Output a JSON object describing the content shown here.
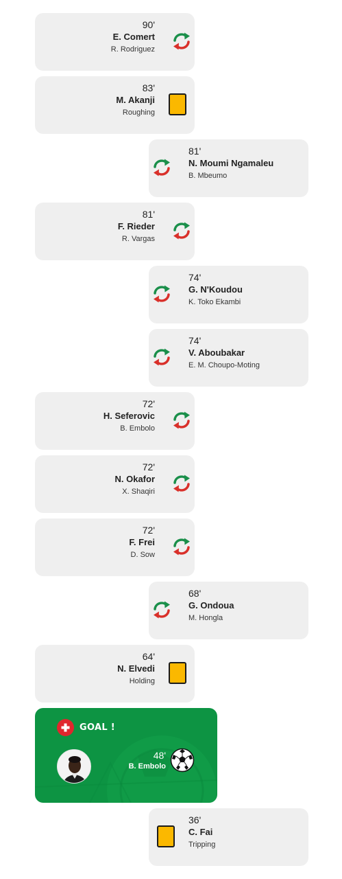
{
  "events": [
    {
      "side": "left",
      "type": "substitution",
      "minute": "90'",
      "player": "E. Comert",
      "detail": "R. Rodriguez"
    },
    {
      "side": "left",
      "type": "yellow-card",
      "minute": "83'",
      "player": "M. Akanji",
      "detail": "Roughing"
    },
    {
      "side": "right",
      "type": "substitution",
      "minute": "81'",
      "player": "N. Moumi Ngamaleu",
      "detail": "B. Mbeumo"
    },
    {
      "side": "left",
      "type": "substitution",
      "minute": "81'",
      "player": "F. Rieder",
      "detail": "R. Vargas"
    },
    {
      "side": "right",
      "type": "substitution",
      "minute": "74'",
      "player": "G. N'Koudou",
      "detail": "K. Toko Ekambi"
    },
    {
      "side": "right",
      "type": "substitution",
      "minute": "74'",
      "player": "V. Aboubakar",
      "detail": "E. M. Choupo-Moting"
    },
    {
      "side": "left",
      "type": "substitution",
      "minute": "72'",
      "player": "H. Seferovic",
      "detail": "B. Embolo"
    },
    {
      "side": "left",
      "type": "substitution",
      "minute": "72'",
      "player": "N. Okafor",
      "detail": "X. Shaqiri"
    },
    {
      "side": "left",
      "type": "substitution",
      "minute": "72'",
      "player": "F. Frei",
      "detail": "D. Sow"
    },
    {
      "side": "right",
      "type": "substitution",
      "minute": "68'",
      "player": "G. Ondoua",
      "detail": "M. Hongla"
    },
    {
      "side": "left",
      "type": "yellow-card",
      "minute": "64'",
      "player": "N. Elvedi",
      "detail": "Holding"
    }
  ],
  "goal": {
    "title": "GOAL !",
    "minute": "48'",
    "player": "B. Embolo",
    "flag": "switzerland-flag-icon",
    "icon": "soccer-ball-icon"
  },
  "last_event": {
    "side": "right",
    "type": "yellow-card",
    "minute": "36'",
    "player": "C. Fai",
    "detail": "Tripping"
  },
  "colors": {
    "card_bg": "#efefef",
    "goal_bg": "#0d9443",
    "yellow_card": "#fbb800",
    "sub_green": "#1a8f4a",
    "sub_red": "#d9302a"
  }
}
